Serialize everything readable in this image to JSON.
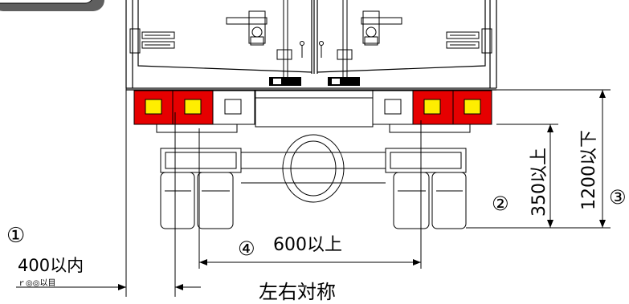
{
  "labels": {
    "circle1": "①",
    "circle2": "②",
    "circle3": "③",
    "circle4": "④",
    "width_max": "400以内",
    "width_min": "600以上",
    "height_min": "350以上",
    "height_max": "1200以下",
    "symmetry": "左右対称",
    "ghost_text": "ｒ◎◎以目"
  },
  "colors": {
    "lamp_red": "#e60000",
    "lamp_amber": "#ffee00",
    "line": "#000000",
    "tab": "#5f5f5f"
  }
}
